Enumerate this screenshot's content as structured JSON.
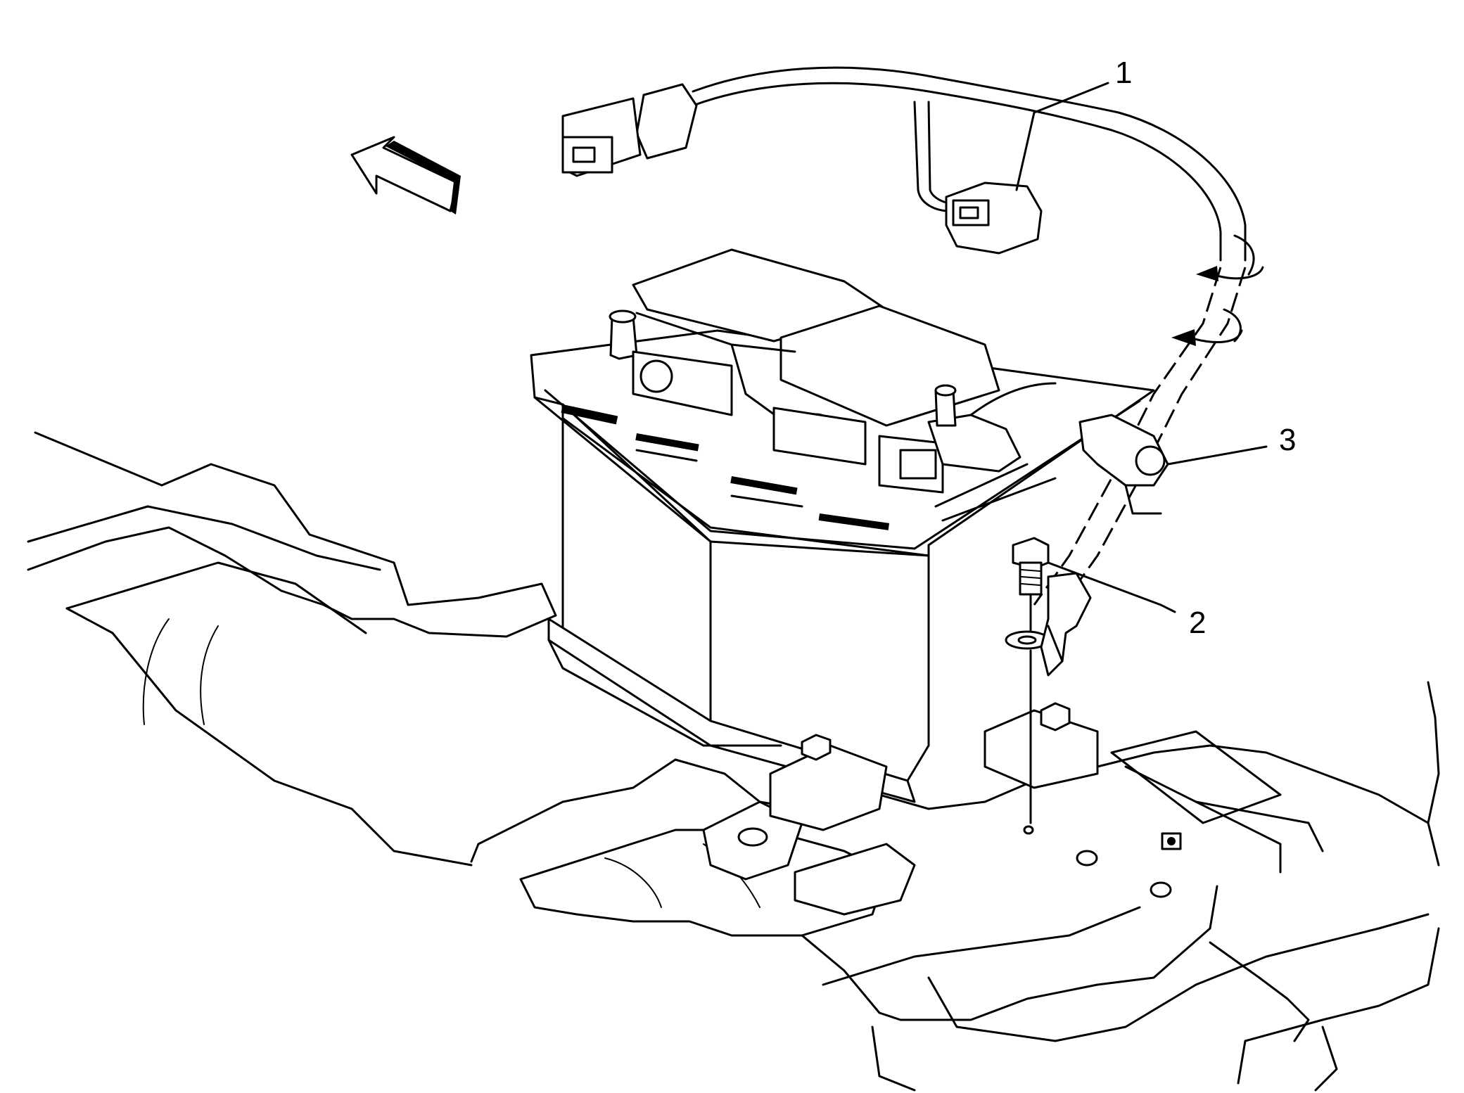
{
  "diagram": {
    "callouts": [
      {
        "id": "harness-connector",
        "label": "1"
      },
      {
        "id": "mount-bolt",
        "label": "2"
      },
      {
        "id": "ground-clip",
        "label": "3"
      }
    ],
    "icons": [
      "direction-arrow-icon",
      "rotation-arrow-icon"
    ]
  }
}
